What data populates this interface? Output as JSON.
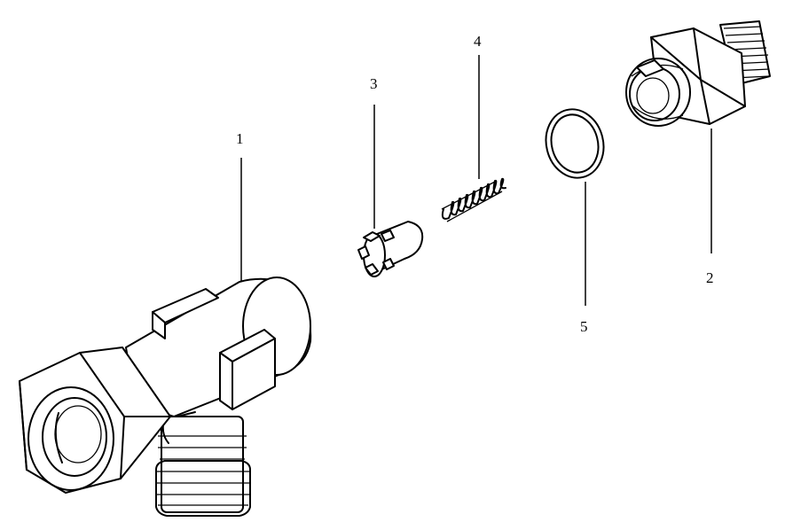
{
  "callouts": [
    {
      "id": "1",
      "label": "1"
    },
    {
      "id": "2",
      "label": "2"
    },
    {
      "id": "3",
      "label": "3"
    },
    {
      "id": "4",
      "label": "4"
    },
    {
      "id": "5",
      "label": "5"
    }
  ],
  "parts": [
    "tee-body",
    "union-connector",
    "valve-poppet",
    "spring",
    "o-ring"
  ]
}
